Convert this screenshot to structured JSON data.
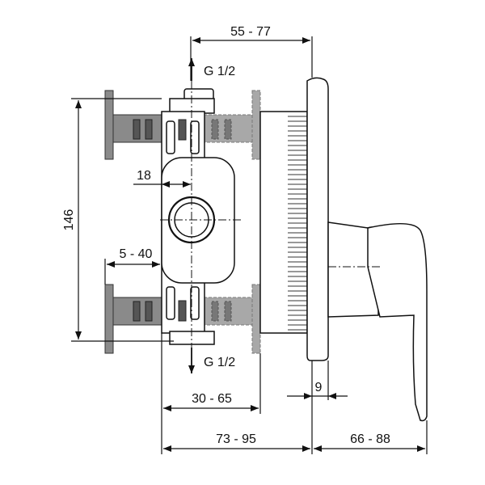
{
  "drawing": {
    "dimensions": {
      "top_width": "55 - 77",
      "inlet_top": "G 1/2",
      "inlet_bottom": "G 1/2",
      "offset": "18",
      "height": "146",
      "flange_range": "5 - 40",
      "plate": "9",
      "depth_body": "30 - 65",
      "depth_total": "73 - 95",
      "handle_depth": "66 - 88"
    }
  }
}
